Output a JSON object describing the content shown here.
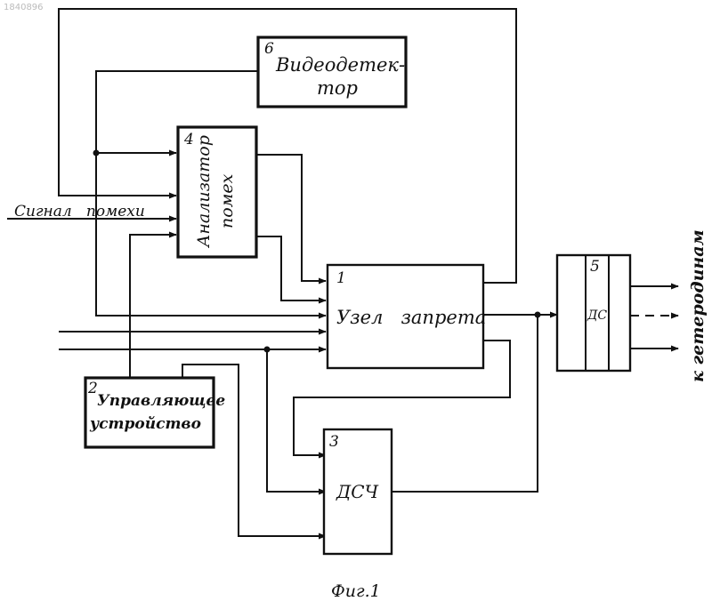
{
  "watermark": "1840896",
  "blocks": {
    "uzel": {
      "number": "1",
      "label": "Узел   запрета"
    },
    "upr": {
      "number": "2",
      "line1": "Управляющее",
      "line2": "устройство"
    },
    "dsch": {
      "number": "3",
      "label": "ДСЧ"
    },
    "analiz": {
      "number": "4",
      "line1": "Анализатор",
      "line2": "помех"
    },
    "dc": {
      "number": "5",
      "label": "ДС"
    },
    "video": {
      "number": "6",
      "line1": "Видеодетек-",
      "line2": "тор"
    }
  },
  "signals": {
    "input": "Сигнал   помехи",
    "output": "к гетеродинам"
  },
  "caption": "Фиг.1"
}
